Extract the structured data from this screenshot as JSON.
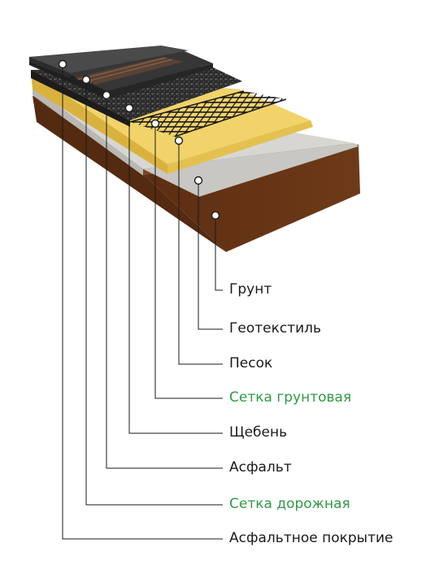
{
  "diagram": {
    "layers": [
      {
        "id": "ground",
        "label": "Грунт",
        "color": "#1a1a1a"
      },
      {
        "id": "geotextile",
        "label": "Геотекстиль",
        "color": "#1a1a1a"
      },
      {
        "id": "sand",
        "label": "Песок",
        "color": "#1a1a1a"
      },
      {
        "id": "soil-mesh",
        "label": "Сетка грунтовая",
        "color": "#2f9a46"
      },
      {
        "id": "gravel",
        "label": "Щебень",
        "color": "#1a1a1a"
      },
      {
        "id": "asphalt",
        "label": "Асфальт",
        "color": "#1a1a1a"
      },
      {
        "id": "road-mesh",
        "label": "Сетка дорожная",
        "color": "#2f9a46"
      },
      {
        "id": "surface",
        "label": "Асфальтное покрытие",
        "color": "#1a1a1a"
      }
    ]
  }
}
